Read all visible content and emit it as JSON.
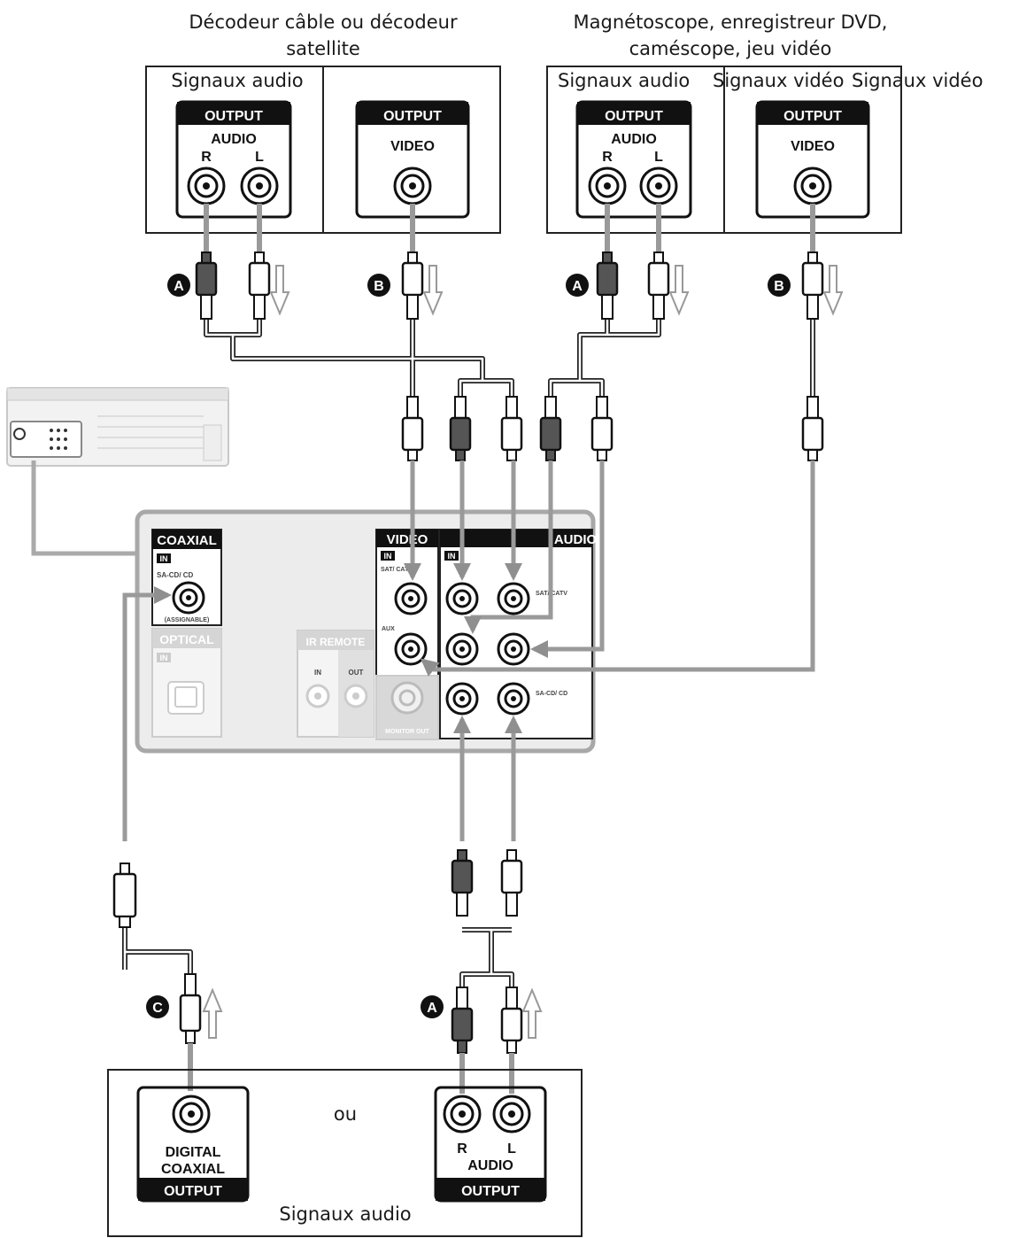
{
  "captions": {
    "top_left_device": "Décodeur câble ou décodeur satellite",
    "top_right_device": "Magnétoscope, enregistreur DVD, caméscope, jeu vidéo",
    "left_audio": "Signaux audio",
    "right_audio": "Signaux audio",
    "right_video_1": "Signaux vidéo",
    "right_video_2": "Signaux vidéo",
    "bottom_audio": "Signaux audio",
    "or": "ou"
  },
  "jacks": {
    "output": "OUTPUT",
    "audio": "AUDIO",
    "video": "VIDEO",
    "r": "R",
    "l": "L",
    "digital": "DIGITAL",
    "coaxial_jack": "COAXIAL"
  },
  "cable_labels": {
    "a": "A",
    "b": "B",
    "c": "C"
  },
  "receiver_panel": {
    "coaxial": "COAXIAL",
    "in": "IN",
    "sacd_cd": "SA-CD/ CD",
    "assignable": "(ASSIGNABLE)",
    "optical": "OPTICAL",
    "ir_remote": "IR REMOTE",
    "ir_in": "IN",
    "ir_out": "OUT",
    "video": "VIDEO",
    "audio": "AUDIO",
    "sat_catv": "SAT/ CATV",
    "aux": "AUX",
    "monitor_out": "MONITOR OUT"
  }
}
